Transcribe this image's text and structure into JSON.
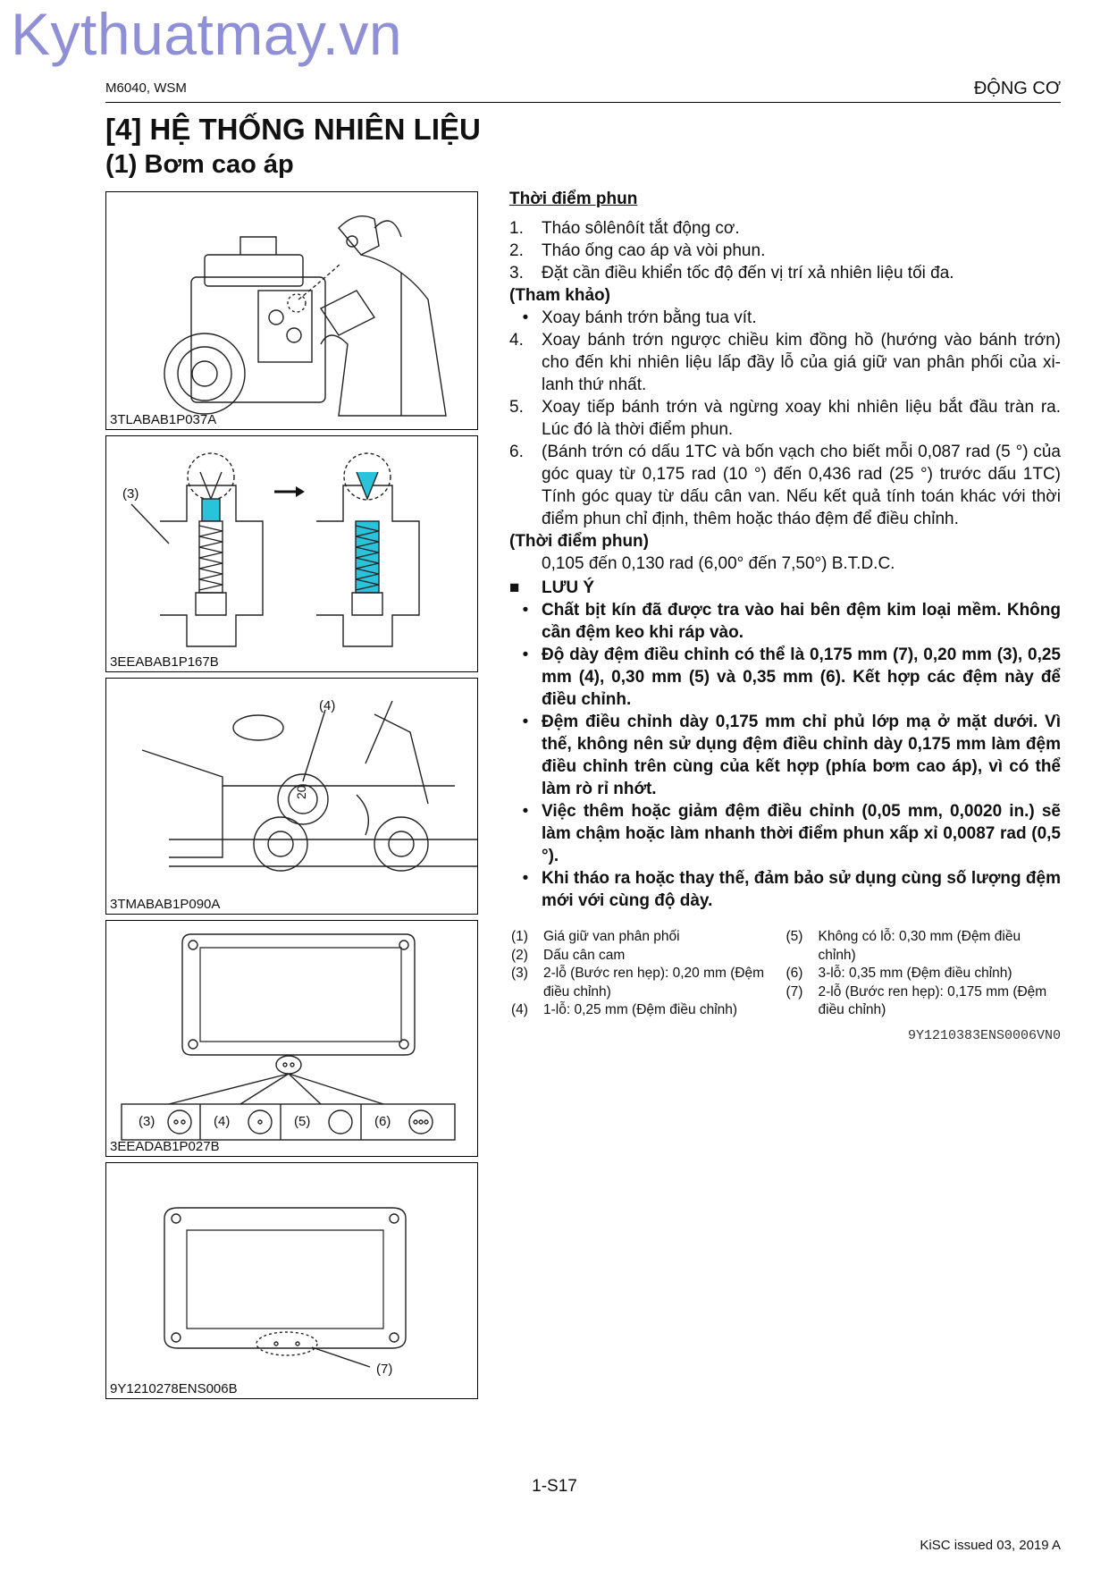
{
  "watermark": "Kythuatmay.vn",
  "header": {
    "model": "M6040, WSM",
    "section": "ĐỘNG CƠ"
  },
  "title": "[4]  HỆ THỐNG NHIÊN LIỆU",
  "subtitle": "(1)  Bơm cao áp",
  "figures": [
    {
      "caption": "3TLABAB1P037A"
    },
    {
      "caption": "3EEABAB1P167B",
      "label": "(3)"
    },
    {
      "caption": "3TMABAB1P090A",
      "label": "(4)",
      "mark": "20"
    },
    {
      "caption": "3EEADAB1P027B",
      "labels": [
        "(3)",
        "(4)",
        "(5)",
        "(6)"
      ]
    },
    {
      "caption": "9Y1210278ENS006B",
      "label": "(7)"
    }
  ],
  "section_heading": "Thời điểm phun",
  "steps_a": [
    {
      "n": "1.",
      "text": "Tháo sôlênôít tắt động cơ."
    },
    {
      "n": "2.",
      "text": "Tháo ống cao áp và vòi phun."
    },
    {
      "n": "3.",
      "text": "Đặt cần điều khiển tốc độ đến vị trí xả nhiên liệu tối đa."
    }
  ],
  "reference_label": "(Tham khảo)",
  "reference_bullet": "Xoay bánh trớn bằng tua vít.",
  "steps_b": [
    {
      "n": "4.",
      "text": "Xoay bánh trớn ngược chiều kim đồng hồ (hướng vào bánh trớn) cho đến khi nhiên liệu lấp đầy lỗ của giá giữ van phân phối của xi-lanh thứ nhất."
    },
    {
      "n": "5.",
      "text": "Xoay tiếp bánh trớn và ngừng xoay khi nhiên liệu bắt đầu tràn ra. Lúc đó là thời điểm phun."
    },
    {
      "n": "6.",
      "text": "(Bánh trớn có dấu 1TC và bốn vạch cho biết mỗi 0,087 rad (5 °) của góc quay từ 0,175 rad (10 °) đến 0,436 rad (25 °) trước dấu 1TC) Tính góc quay từ dấu cân van. Nếu kết quả tính toán khác với thời điểm phun chỉ định, thêm hoặc tháo đệm để điều chỉnh."
    }
  ],
  "timing_label": "(Thời điểm phun)",
  "timing_value": "0,105 đến 0,130 rad (6,00° đến 7,50°) B.T.D.C.",
  "note_title": "LƯU Ý",
  "notes": [
    "Chất bịt kín đã được tra vào hai bên đệm kim loại mềm. Không cần đệm keo khi ráp vào.",
    "Độ dày đệm điều chỉnh có thể là 0,175 mm (7), 0,20 mm (3), 0,25 mm (4), 0,30 mm (5) và 0,35 mm (6). Kết hợp các đệm này để điều chỉnh.",
    "Đệm điều chỉnh dày 0,175 mm chỉ phủ lớp mạ ở mặt dưới. Vì thế, không nên sử dụng đệm điều chỉnh dày 0,175 mm làm đệm điều chỉnh trên cùng của kết hợp (phía bơm cao áp), vì có thể làm rò rỉ nhớt.",
    "Việc thêm hoặc giảm đệm điều chỉnh (0,05 mm, 0,0020 in.) sẽ làm chậm hoặc làm nhanh thời điểm phun xấp xỉ 0,0087 rad (0,5 °).",
    "Khi tháo ra hoặc thay thế, đảm bảo sử dụng cùng số lượng đệm mới với cùng độ dày."
  ],
  "legend_left": [
    {
      "n": "(1)",
      "text": "Giá giữ van phân phối"
    },
    {
      "n": "(2)",
      "text": "Dấu cân cam"
    },
    {
      "n": "(3)",
      "text": "2-lỗ (Bước ren hẹp): 0,20 mm (Đệm điều chỉnh)"
    },
    {
      "n": "(4)",
      "text": "1-lỗ: 0,25 mm (Đệm điều chỉnh)"
    }
  ],
  "legend_right": [
    {
      "n": "(5)",
      "text": "Không có lỗ: 0,30 mm (Đệm điều chỉnh)"
    },
    {
      "n": "(6)",
      "text": "3-lỗ: 0,35 mm (Đệm điều chỉnh)"
    },
    {
      "n": "(7)",
      "text": "2-lỗ (Bước ren hẹp): 0,175 mm (Đệm điều chỉnh)"
    }
  ],
  "doc_id": "9Y1210383ENS0006VN0",
  "page_number": "1-S17",
  "issued": "KiSC issued 03, 2019 A",
  "colors": {
    "watermark": "#8f8fd6",
    "fuel_highlight": "#29c4dc"
  }
}
